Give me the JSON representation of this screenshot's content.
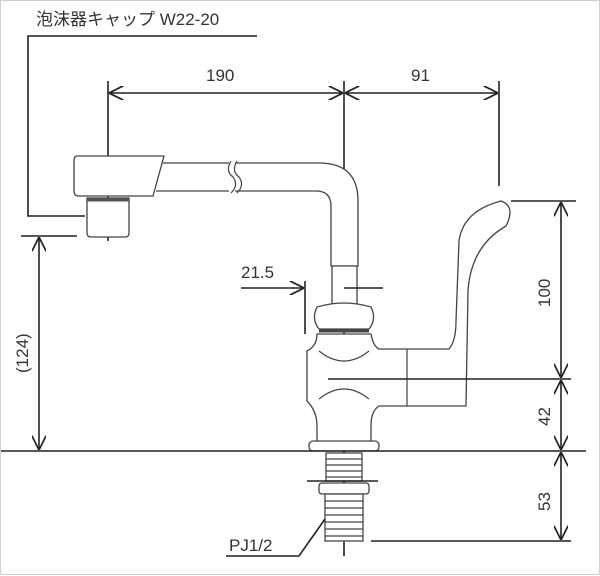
{
  "title_label": "泡沫器キャップ W22-20",
  "dimensions": {
    "spout_reach": "190",
    "handle_reach": "91",
    "pipe_diameter": "21.5",
    "spout_height": "(124)",
    "handle_height": "100",
    "body_height": "42",
    "shank_length": "53"
  },
  "thread_label": "PJ1/2"
}
